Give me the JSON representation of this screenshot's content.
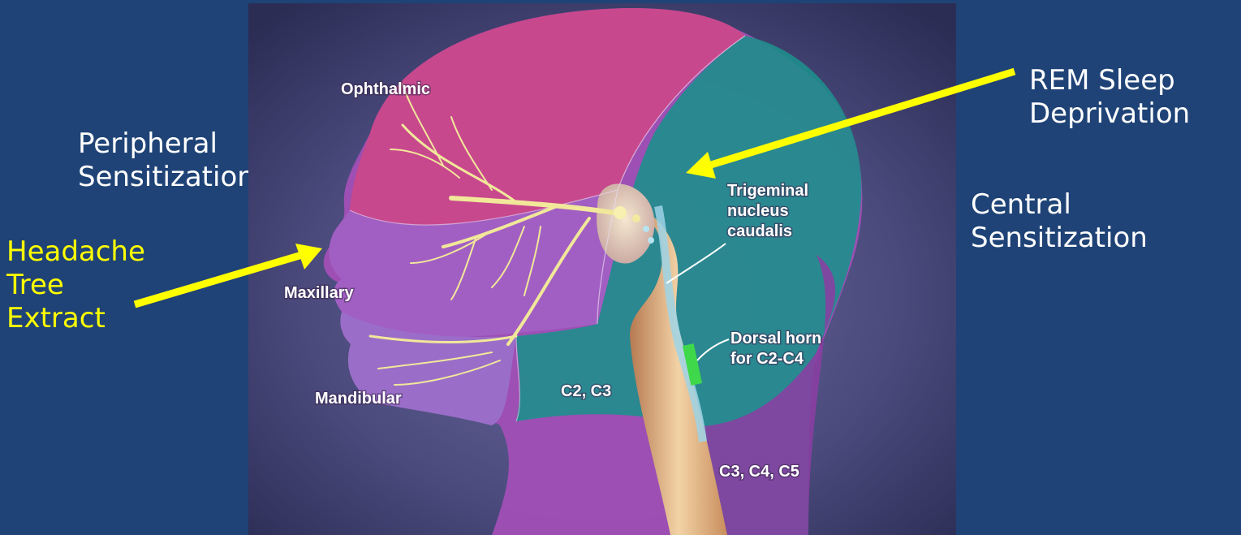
{
  "slide": {
    "left_label": "Peripheral\nSensitization",
    "yellow_label": "Headache\nTree\nExtract",
    "right_top_label": "REM Sleep\nDeprivation",
    "right_mid_label": "Central\nSensitization"
  },
  "figure": {
    "ophthalmic": "Ophthalmic",
    "maxillary": "Maxillary",
    "mandibular": "Mandibular",
    "c2_c3": "C2, C3",
    "c3_c4_c5": "C3, C4, C5",
    "trigeminal_line1": "Trigeminal",
    "trigeminal_line2": "nucleus",
    "trigeminal_line3": "caudalis",
    "dorsal_line1": "Dorsal horn",
    "dorsal_line2": "for C2-C4"
  },
  "colors": {
    "background": "#1f4376",
    "arrow": "#ffff00",
    "highlight_text": "#ffff00",
    "body_text": "#ffffff"
  }
}
